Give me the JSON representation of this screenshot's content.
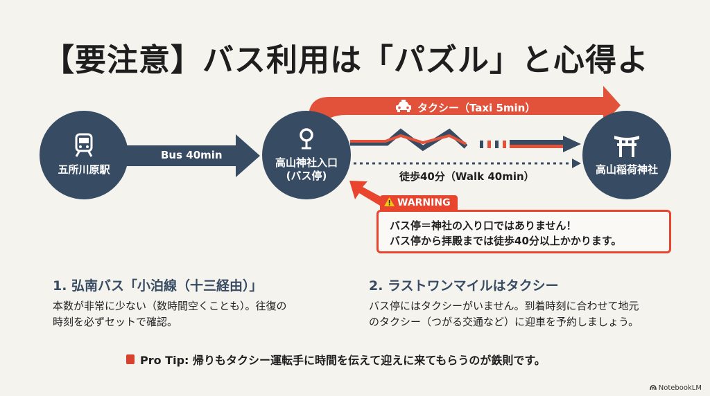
{
  "title": "【要注意】バス利用は「パズル」と心得よ",
  "colors": {
    "navy": "#374b63",
    "red": "#e2523a",
    "warning_red": "#e8442e",
    "background": "#f5f3ee"
  },
  "nodes": [
    {
      "id": "start",
      "icon": "train-icon",
      "label": "五所川原駅"
    },
    {
      "id": "bus_stop",
      "icon": "pin-icon",
      "label_line1": "高山神社入口",
      "label_line2": "(バス停)"
    },
    {
      "id": "shrine",
      "icon": "torii-icon",
      "label": "高山稲荷神社"
    }
  ],
  "routes": {
    "bus": "Bus 40min",
    "taxi": "タクシー（Taxi 5min）",
    "walk": "徒歩40分（Walk 40min）"
  },
  "warning": {
    "tab_label": "WARNING",
    "line1": "バス停＝神社の入り口ではありません！",
    "line2": "バス停から拝殿までは徒歩40分以上かかります。"
  },
  "sections": [
    {
      "title": "1. 弘南バス「小泊線（十三経由）」",
      "body_line1": "本数が非常に少ない（数時間空くことも）。往復の",
      "body_line2": "時刻を必ずセットで確認。"
    },
    {
      "title": "2. ラストワンマイルはタクシー",
      "body_line1": "バス停にはタクシーがいません。到着時刻に合わせて地元",
      "body_line2": "のタクシー（つがる交通など）に迎車を予約しましょう。"
    }
  ],
  "pro_tip": "Pro Tip: 帰りもタクシー運転手に時間を伝えて迎えに来てもらうのが鉄則です。",
  "brand": "NotebookLM"
}
